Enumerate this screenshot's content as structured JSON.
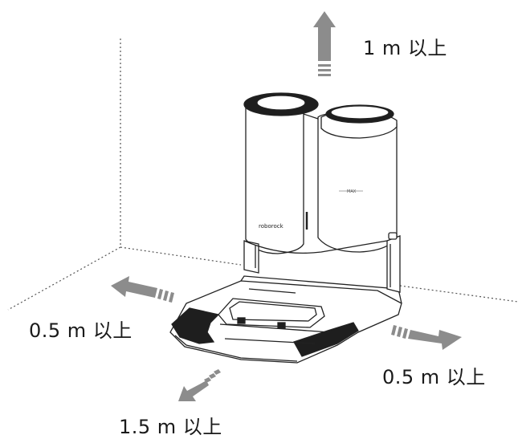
{
  "labels": {
    "top": "1 m 以上",
    "left": "0.5 m 以上",
    "right": "0.5 m 以上",
    "front": "1.5 m 以上"
  },
  "product": {
    "brand": "roborock",
    "tank_mark": "MAX"
  },
  "colors": {
    "arrow": "#8c8c8c",
    "outline": "#222222",
    "guide_line": "#555555",
    "body_fill": "#ffffff",
    "vent_fill": "#1e1e1e"
  }
}
